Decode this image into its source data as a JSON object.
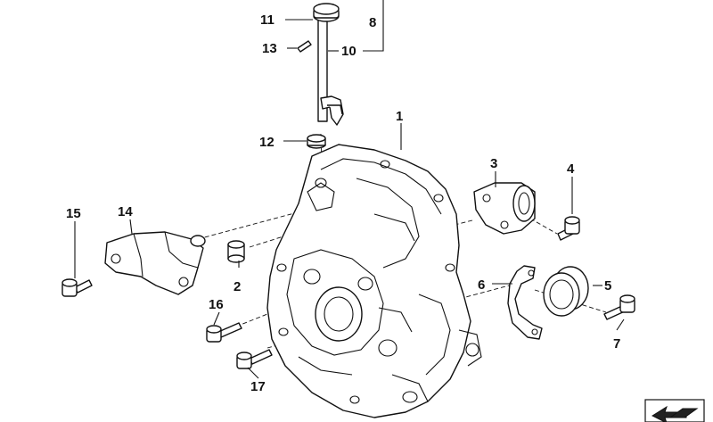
{
  "diagram": {
    "callouts": [
      "1",
      "2",
      "3",
      "4",
      "5",
      "6",
      "7",
      "8",
      "10",
      "11",
      "12",
      "13",
      "14",
      "15",
      "16",
      "17"
    ]
  },
  "nav": {
    "icon": "parts-arrow-icon"
  }
}
